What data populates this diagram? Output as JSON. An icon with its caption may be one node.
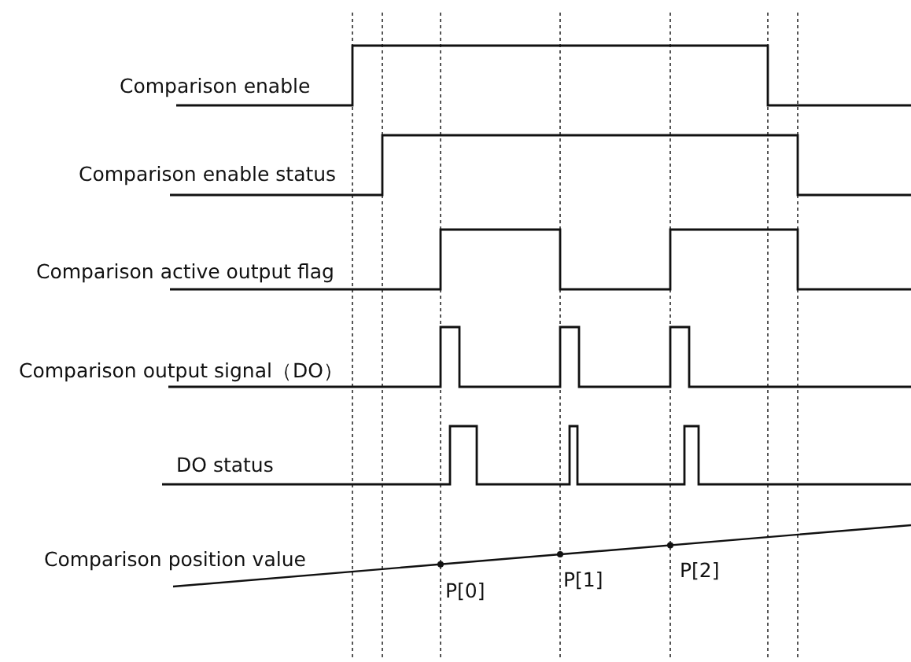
{
  "diagram": {
    "labels": [
      "Comparison enable",
      "Comparison enable status",
      "Comparison active output flag",
      "Comparison output signal（DO）",
      "DO status",
      "Comparison position value",
      "P[0]",
      "P[1]",
      "P[2]"
    ]
  }
}
